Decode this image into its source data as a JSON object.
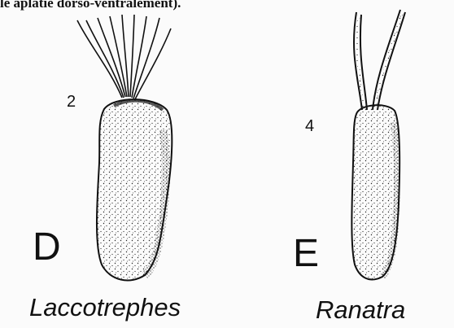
{
  "header": {
    "text": "le aplatie dorso-ventralement)."
  },
  "panels": [
    {
      "letter": "D",
      "number": "2",
      "species": "Laccotrephes",
      "filament_count": 9
    },
    {
      "letter": "E",
      "number": "4",
      "species": "Ranatra",
      "filament_count": 2
    }
  ],
  "colors": {
    "ink": "#111111",
    "background": "#fbfbfb"
  }
}
